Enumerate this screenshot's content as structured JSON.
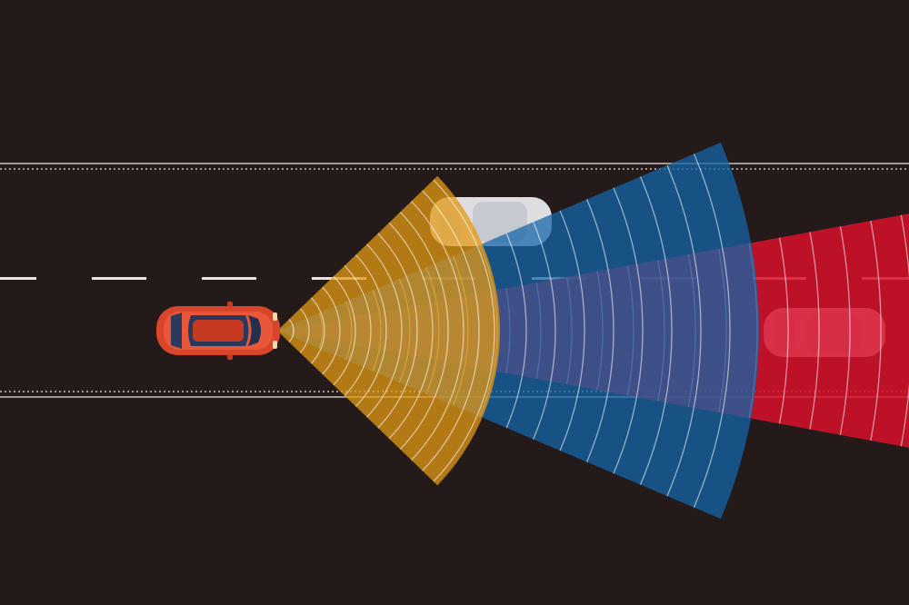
{
  "scene": {
    "subject": "adas-sensor-coverage-illustration",
    "colors": {
      "background": "#231a19",
      "road_lines": "#e9e4e2",
      "short_range_sensor": "#e39a14",
      "mid_range_sensor": "#1566a8",
      "long_range_sensor": "#d8102c",
      "ego_car": "#d9452b",
      "ego_car_windows": "#2b3a5c",
      "tracked_vehicle": "#f3f4f7"
    },
    "sensors": [
      {
        "name": "short-range-radar",
        "color_key": "short_range_sensor"
      },
      {
        "name": "mid-range-radar",
        "color_key": "mid_range_sensor"
      },
      {
        "name": "long-range-radar",
        "color_key": "long_range_sensor"
      }
    ],
    "vehicles": [
      {
        "name": "ego-car",
        "role": "host vehicle"
      },
      {
        "name": "car-ahead-left-lane"
      },
      {
        "name": "car-ahead-same-lane"
      }
    ]
  }
}
